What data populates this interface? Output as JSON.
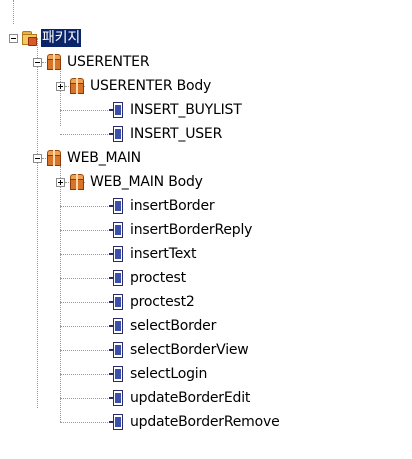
{
  "tree": {
    "root": {
      "label": "패키지",
      "icon": "package-folder-icon",
      "expanded": true,
      "selected": true
    },
    "packages": [
      {
        "label": "USERENTER",
        "icon": "package-icon",
        "expanded": true,
        "body": {
          "label": "USERENTER Body",
          "icon": "package-body-icon",
          "expanded": false
        },
        "procedures": [
          "INSERT_BUYLIST",
          "INSERT_USER"
        ]
      },
      {
        "label": "WEB_MAIN",
        "icon": "package-icon",
        "expanded": true,
        "body": {
          "label": "WEB_MAIN Body",
          "icon": "package-body-icon",
          "expanded": false
        },
        "procedures": [
          "insertBorder",
          "insertBorderReply",
          "insertText",
          "proctest",
          "proctest2",
          "selectBorder",
          "selectBorderView",
          "selectLogin",
          "updateBorderEdit",
          "updateBorderRemove"
        ]
      }
    ]
  },
  "colors": {
    "selection_bg": "#0a246a",
    "selection_fg": "#ffffff",
    "connector": "#9a9a9a",
    "panel_bg": "#ffffff",
    "outer_bg": "#ffffff"
  }
}
